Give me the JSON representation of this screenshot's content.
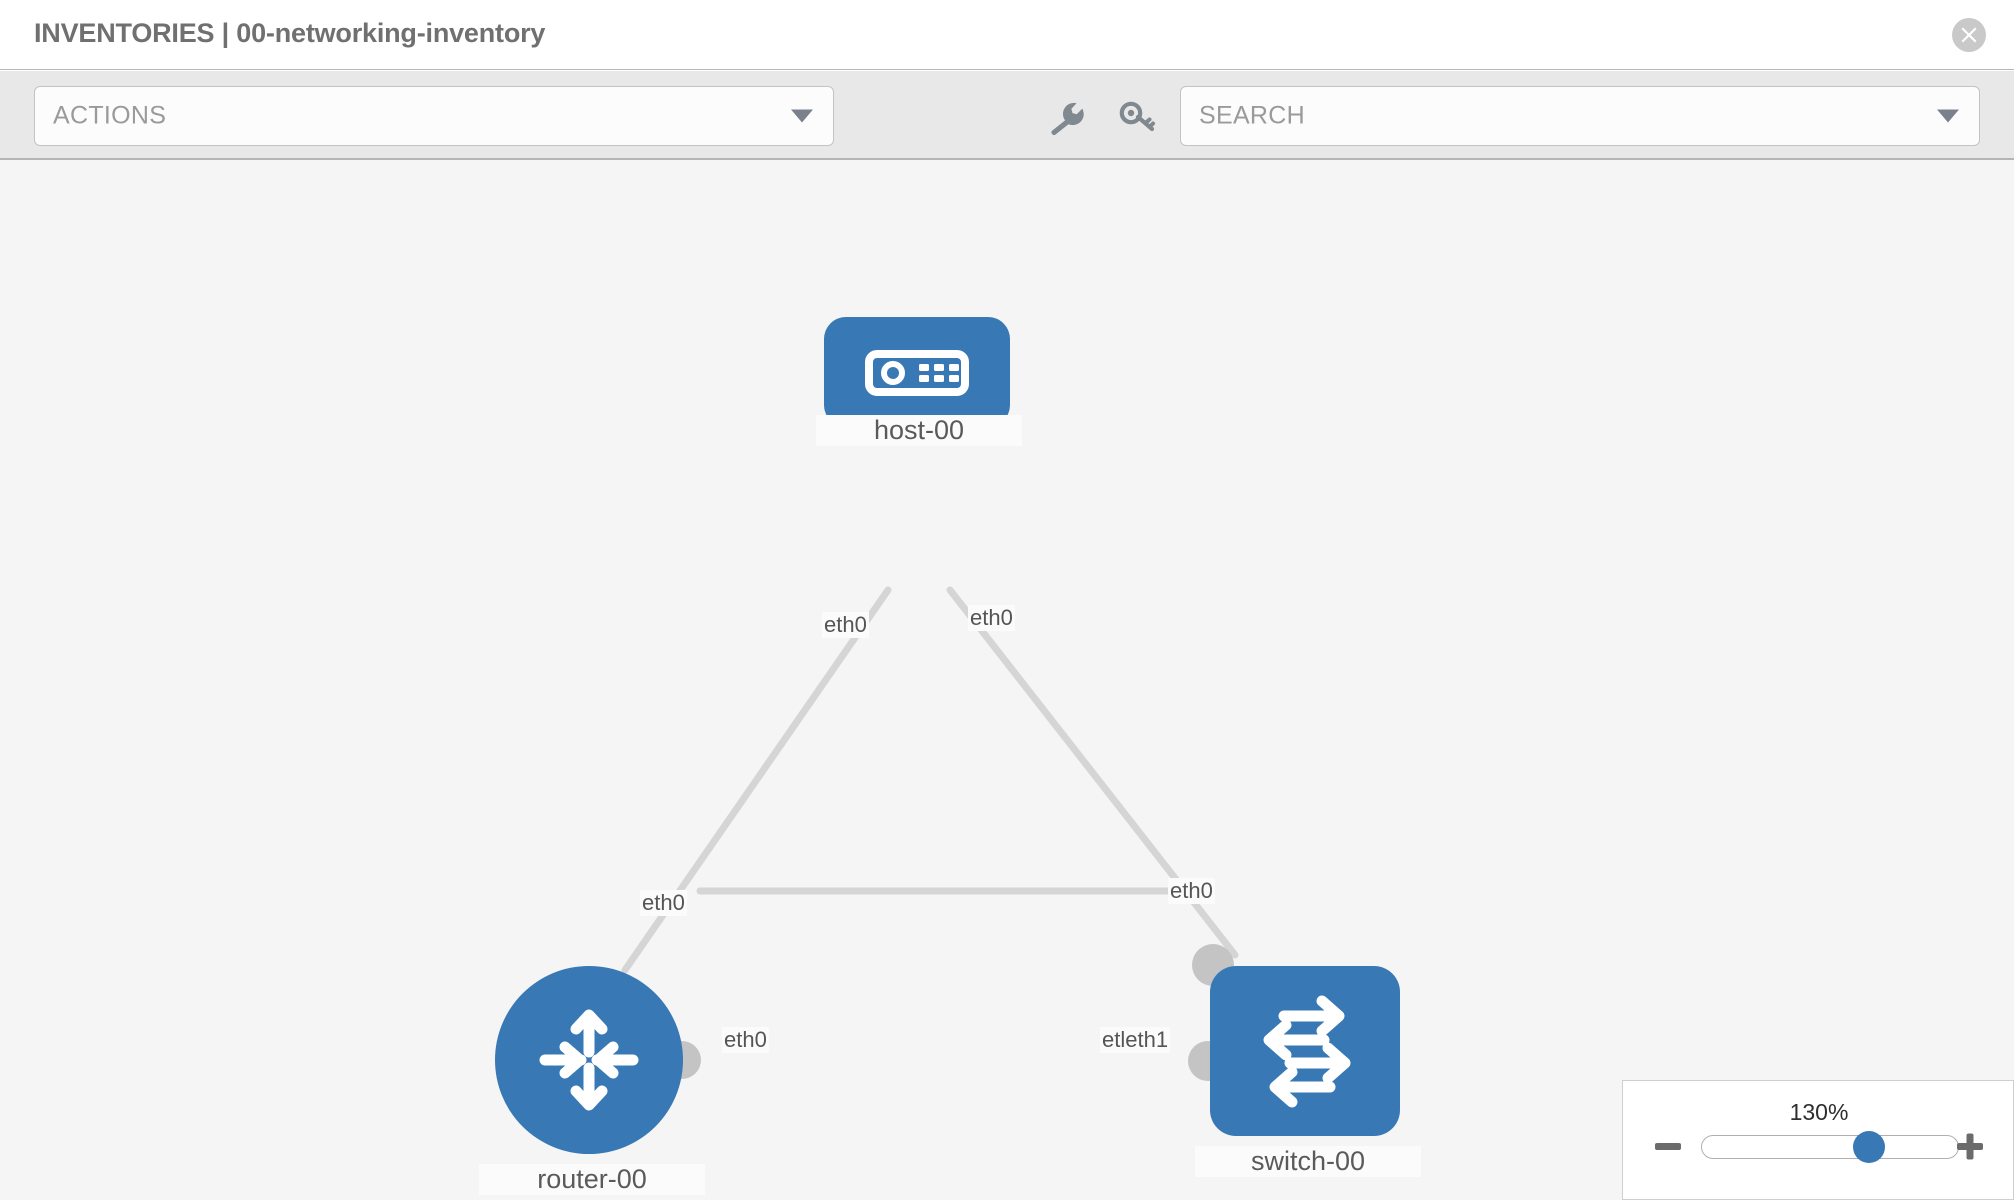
{
  "header": {
    "title": "INVENTORIES | 00-networking-inventory",
    "close_icon": "close-circle-icon"
  },
  "toolbar": {
    "actions_label": "ACTIONS",
    "actions_caret_icon": "chevron-down-icon",
    "wrench_icon": "wrench-icon",
    "key_icon": "key-icon",
    "search_placeholder": "SEARCH",
    "search_caret_icon": "chevron-down-icon"
  },
  "topology": {
    "node_color": "#3778b5",
    "interface_color": "#c4c4c4",
    "link_color": "#d5d5d5",
    "nodes": [
      {
        "id": "host",
        "label": "host-00",
        "icon": "server-device-icon",
        "shape": "rounded-rect"
      },
      {
        "id": "router",
        "label": "router-00",
        "icon": "router-arrows-icon",
        "shape": "circle"
      },
      {
        "id": "switch",
        "label": "switch-00",
        "icon": "switch-arrows-icon",
        "shape": "rounded-square"
      }
    ],
    "edge_labels": {
      "host_left": "eth0",
      "host_right": "eth0",
      "router_up": "eth0",
      "switch_up": "eth0",
      "router_right": "eth0",
      "switch_left_overlap": "etleth1"
    }
  },
  "zoom_control": {
    "value": "130%",
    "minus_icon": "minus-icon",
    "plus_icon": "plus-icon",
    "thumb_position_percent": 65
  }
}
